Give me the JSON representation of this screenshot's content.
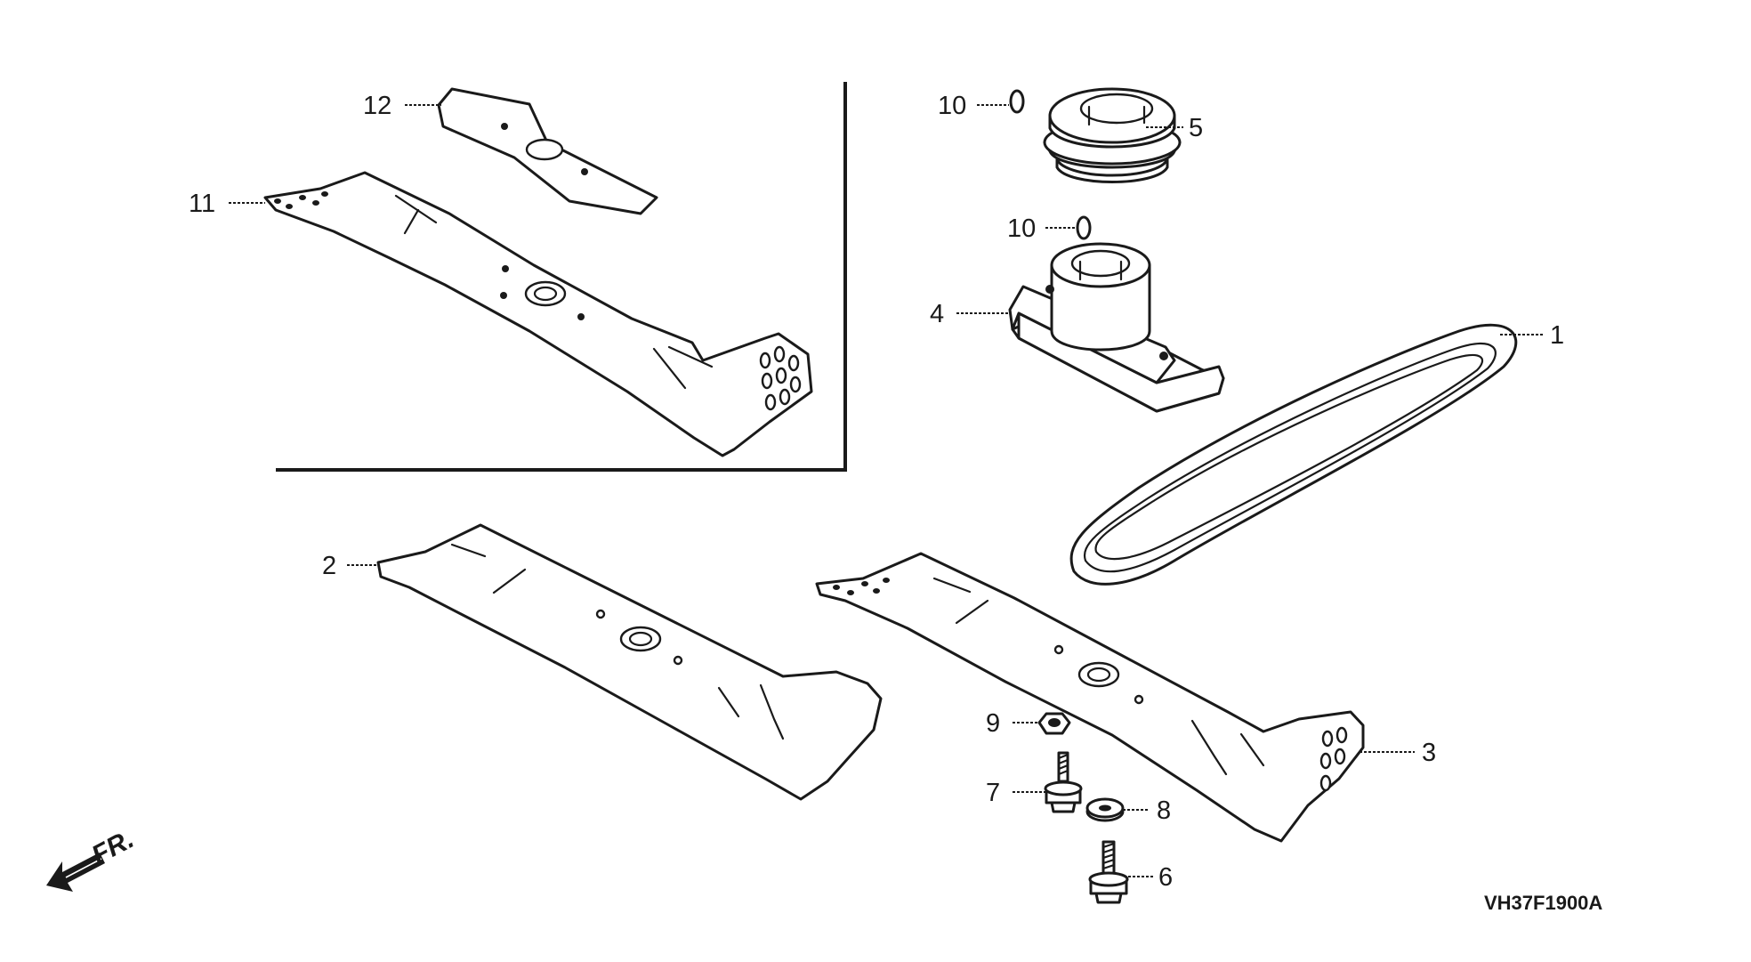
{
  "labels": {
    "p1": "1",
    "p2": "2",
    "p3": "3",
    "p4": "4",
    "p5": "5",
    "p6": "6",
    "p7": "7",
    "p8": "8",
    "p9": "9",
    "p10a": "10",
    "p10b": "10",
    "p11": "11",
    "p12": "12"
  },
  "front_marker": "FR.",
  "diagram_code": "VH37F1900A",
  "icons": {
    "front_arrow": "arrow-down-left-icon"
  }
}
